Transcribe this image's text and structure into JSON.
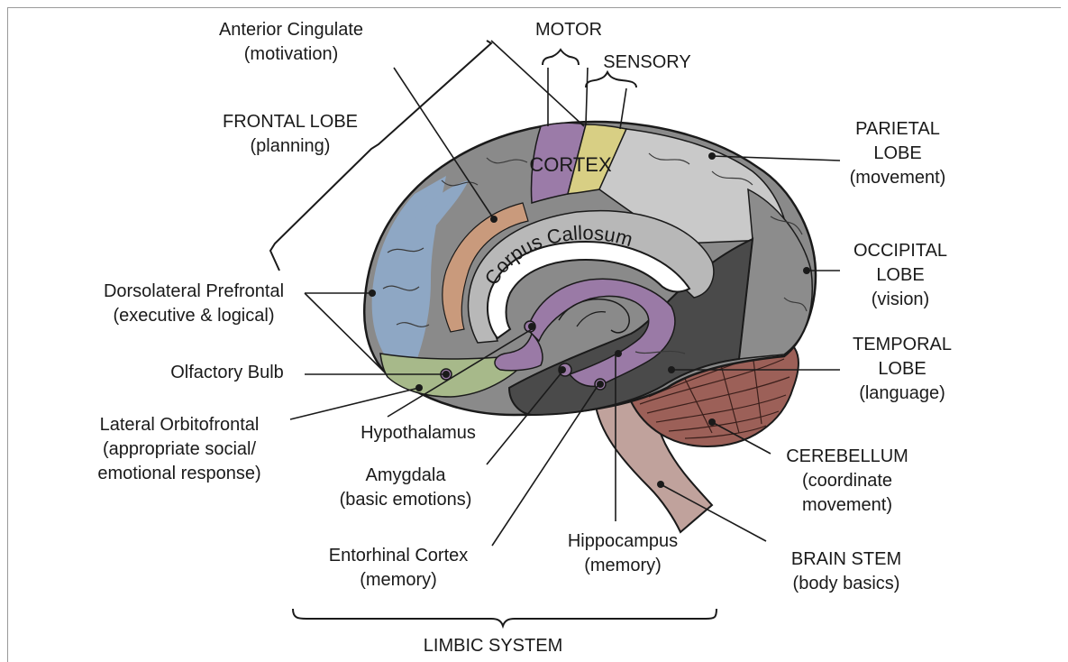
{
  "diagram": {
    "cortex_label": "CORTEX",
    "corpus_callosum_label": "Corpus Callosum",
    "labels": {
      "anterior_cingulate": [
        "Anterior Cingulate",
        "(motivation)"
      ],
      "motor": [
        "MOTOR"
      ],
      "sensory": [
        "SENSORY"
      ],
      "frontal_lobe": [
        "FRONTAL LOBE",
        "(planning)"
      ],
      "parietal_lobe": [
        "PARIETAL",
        "LOBE",
        "(movement)"
      ],
      "occipital_lobe": [
        "OCCIPITAL",
        "LOBE",
        "(vision)"
      ],
      "temporal_lobe": [
        "TEMPORAL",
        "LOBE",
        "(language)"
      ],
      "dorsolateral_prefrontal": [
        "Dorsolateral Prefrontal",
        "(executive & logical)"
      ],
      "olfactory_bulb": [
        "Olfactory Bulb"
      ],
      "lateral_orbitofrontal": [
        "Lateral Orbitofrontal",
        "(appropriate social/",
        "emotional response)"
      ],
      "hypothalamus": [
        "Hypothalamus"
      ],
      "amygdala": [
        "Amygdala",
        "(basic emotions)"
      ],
      "entorhinal_cortex": [
        "Entorhinal Cortex",
        "(memory)"
      ],
      "hippocampus": [
        "Hippocampus",
        "(memory)"
      ],
      "cerebellum": [
        "CEREBELLUM",
        "(coordinate",
        "movement)"
      ],
      "brain_stem": [
        "BRAIN STEM",
        "(body basics)"
      ],
      "limbic_system": [
        "LIMBIC SYSTEM"
      ]
    },
    "colors": {
      "frontal_blue": "#8ea7c4",
      "cortex_gray": "#8a8a8a",
      "motor_purple": "#9b7ba8",
      "sensory_yellow": "#d8cf84",
      "parietal_light": "#c9c9c9",
      "occipital_gray": "#8c8c8c",
      "temporal_dark": "#4a4a4a",
      "limbic_purple": "#9a7aa6",
      "cingulate_orange": "#c99a7c",
      "olfactory_green": "#a7b98a",
      "cerebellum_brown": "#9c6058",
      "brainstem_pink": "#c0a29c",
      "line": "#1a1a1a"
    }
  }
}
